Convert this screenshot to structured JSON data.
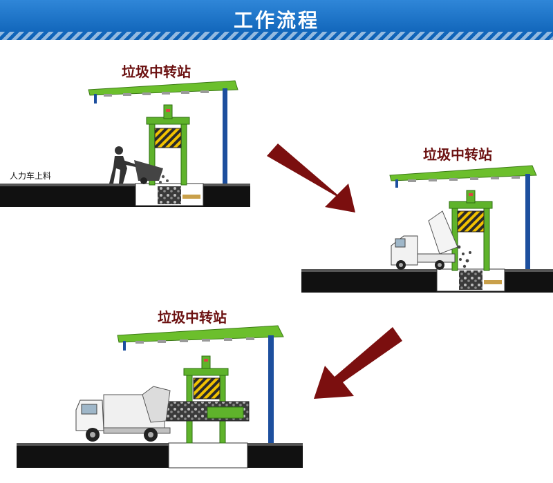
{
  "header": {
    "title": "工作流程"
  },
  "scenes": [
    {
      "station_label": "垃圾中转站",
      "side_label": "人力车上料"
    },
    {
      "station_label": "垃圾中转站"
    },
    {
      "station_label": "垃圾中转站"
    }
  ],
  "colors": {
    "banner": "#1a6fc4",
    "roof": "#6cbf2c",
    "column": "#1d4f9e",
    "machine": "#5fb32b",
    "arrow": "#7b0f0f",
    "label": "#6b1010",
    "road": "#111111"
  },
  "icons": [
    "worker-with-cart-icon",
    "mini-truck-icon",
    "compactor-truck-icon",
    "flow-arrow-icon"
  ]
}
